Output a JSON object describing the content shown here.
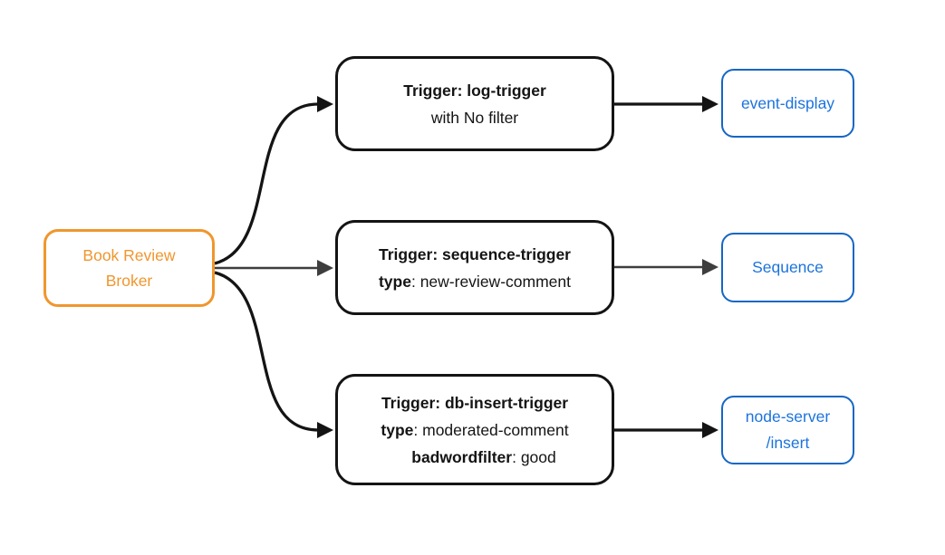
{
  "colors": {
    "background": "#ffffff",
    "node_text_black": "#141414",
    "broker_orange": "#F0962E",
    "sink_blue_border": "#1566C4",
    "sink_blue_text": "#1C73DD",
    "arrow_black": "#141414",
    "arrow_gray": "#3E3E3E"
  },
  "broker": {
    "line1": "Book Review",
    "line2": "Broker"
  },
  "triggers": [
    {
      "title": "Trigger: log-trigger",
      "filter_plain": "with No filter"
    },
    {
      "title": "Trigger: sequence-trigger",
      "attr1_key": "type",
      "attr1_rest": ": new-review-comment"
    },
    {
      "title": "Trigger: db-insert-trigger",
      "attr1_key": "type",
      "attr1_rest": ": moderated-comment",
      "attr2_key": "badwordfilter",
      "attr2_rest": ": good"
    }
  ],
  "sinks": [
    {
      "line1": "event-display"
    },
    {
      "line1": "Sequence"
    },
    {
      "line1": "node-server",
      "line2": "/insert"
    }
  ]
}
